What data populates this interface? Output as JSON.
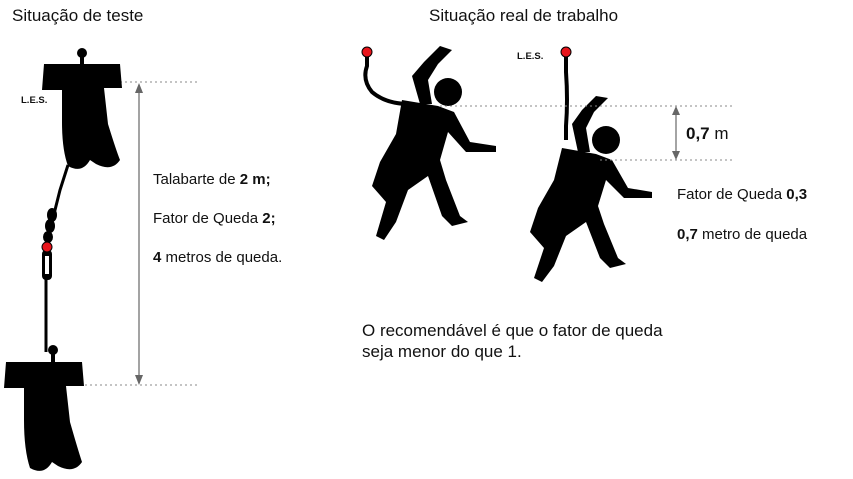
{
  "test": {
    "title": "Situação de teste",
    "les": "L.E.S.",
    "line1_pre": "Talabarte de ",
    "line1_bold": "2 m;",
    "line2_pre": "Fator de Queda ",
    "line2_bold": "2;",
    "line3_bold": "4",
    "line3_post": " metros de queda."
  },
  "real": {
    "title": "Situação real de trabalho",
    "les": "L.E.S.",
    "dist_bold": "0,7",
    "dist_unit": " m",
    "factor_pre": "Fator de Queda ",
    "factor_bold": "0,3",
    "fall_bold": "0,7",
    "fall_post": " metro de queda"
  },
  "conclusion": {
    "line1": "O recomendável é que o fator de queda",
    "line2": "seja menor do que 1."
  },
  "colors": {
    "silhouette": "#000000",
    "anchor": "#e8141b",
    "dotted_line": "#888888",
    "dimension_arrow": "#666666"
  },
  "icons": [
    "test-mass-icon",
    "worker-silhouette-icon",
    "anchor-point-icon",
    "carabiner-icon"
  ]
}
